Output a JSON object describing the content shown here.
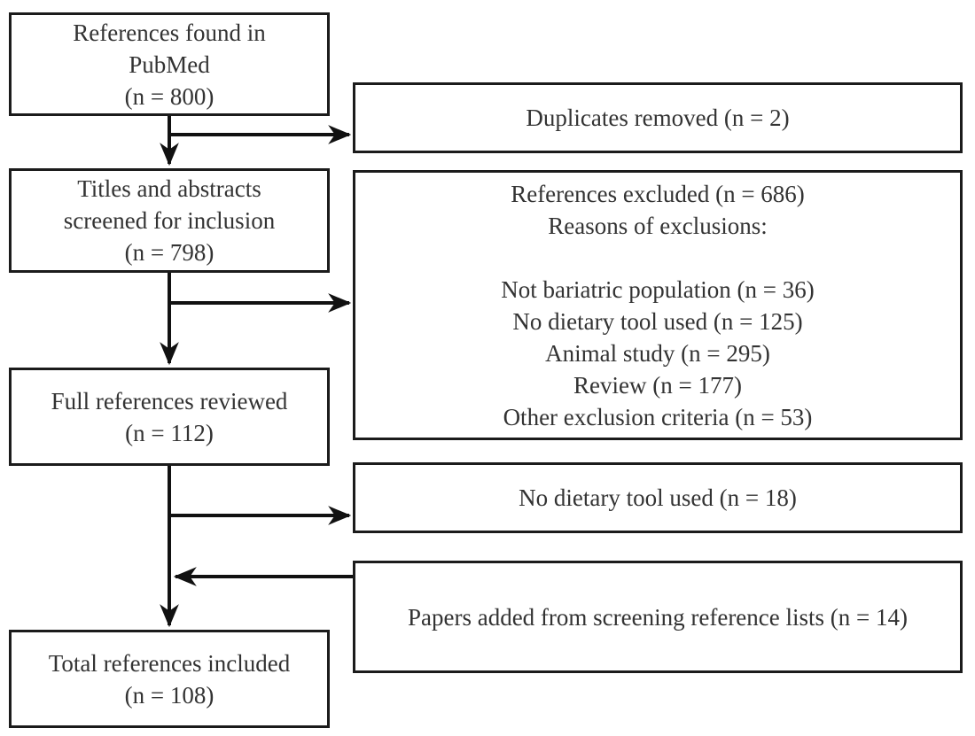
{
  "flow": {
    "left_boxes": [
      {
        "id": "references-found-pubmed",
        "lines": [
          "References found in",
          "PubMed",
          "(n = 800)"
        ]
      },
      {
        "id": "titles-abstracts-screened",
        "lines": [
          "Titles and abstracts",
          "screened for inclusion",
          "(n = 798)"
        ]
      },
      {
        "id": "full-references-reviewed",
        "lines": [
          "Full references reviewed",
          "(n = 112)"
        ]
      },
      {
        "id": "total-references-included",
        "lines": [
          "Total references included",
          "(n = 108)"
        ]
      }
    ],
    "right_boxes": [
      {
        "id": "duplicates-removed",
        "lines": [
          "Duplicates removed (n = 2)"
        ]
      },
      {
        "id": "references-excluded",
        "lines": [
          "References excluded (n = 686)",
          "Reasons of exclusions:",
          "",
          "Not bariatric population (n = 36)",
          "No dietary tool used (n = 125)",
          "Animal study (n = 295)",
          "Review (n = 177)",
          "Other exclusion criteria (n = 53)"
        ]
      },
      {
        "id": "no-dietary-tool-used",
        "lines": [
          "No dietary tool used (n = 18)"
        ]
      },
      {
        "id": "papers-added-from-reference-lists",
        "lines": [
          "Papers added from screening reference lists (n = 14)"
        ]
      }
    ],
    "colors": {
      "border": "#1b1b1b",
      "text": "#333333",
      "arrow": "#111111",
      "background": "#ffffff"
    }
  }
}
